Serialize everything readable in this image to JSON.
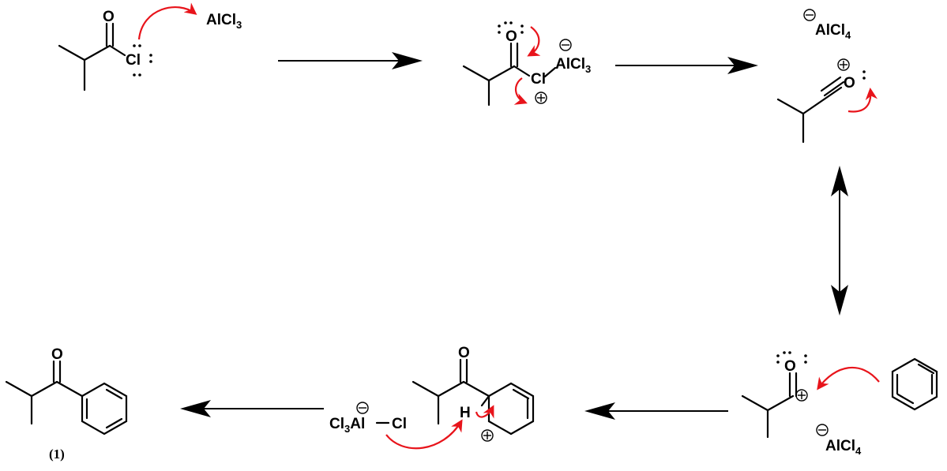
{
  "labels": {
    "alcl3_top": {
      "main": "AlCl",
      "sub": "3"
    },
    "alcl3_complex": {
      "main": "AlCl",
      "sub": "3"
    },
    "alcl4_top": {
      "main": "AlCl",
      "sub": "4"
    },
    "alcl4_bottom": {
      "main": "AlCl",
      "sub": "4"
    },
    "cl3al": {
      "pre": "Cl",
      "sub": "3",
      "post": "Al",
      "end": "Cl"
    },
    "o1": "O",
    "cl1": "Cl",
    "o2": "O",
    "cl2": "Cl",
    "o3": "O",
    "o4": "O",
    "o5": "O",
    "h5": "H",
    "o6": "O",
    "product": "(1)"
  },
  "colors": {
    "bond": "#000000",
    "curly_arrow": "#e8141b",
    "background": "#ffffff"
  },
  "icons": {
    "minus_charge": "circle-minus",
    "plus_charge": "circle-plus"
  }
}
